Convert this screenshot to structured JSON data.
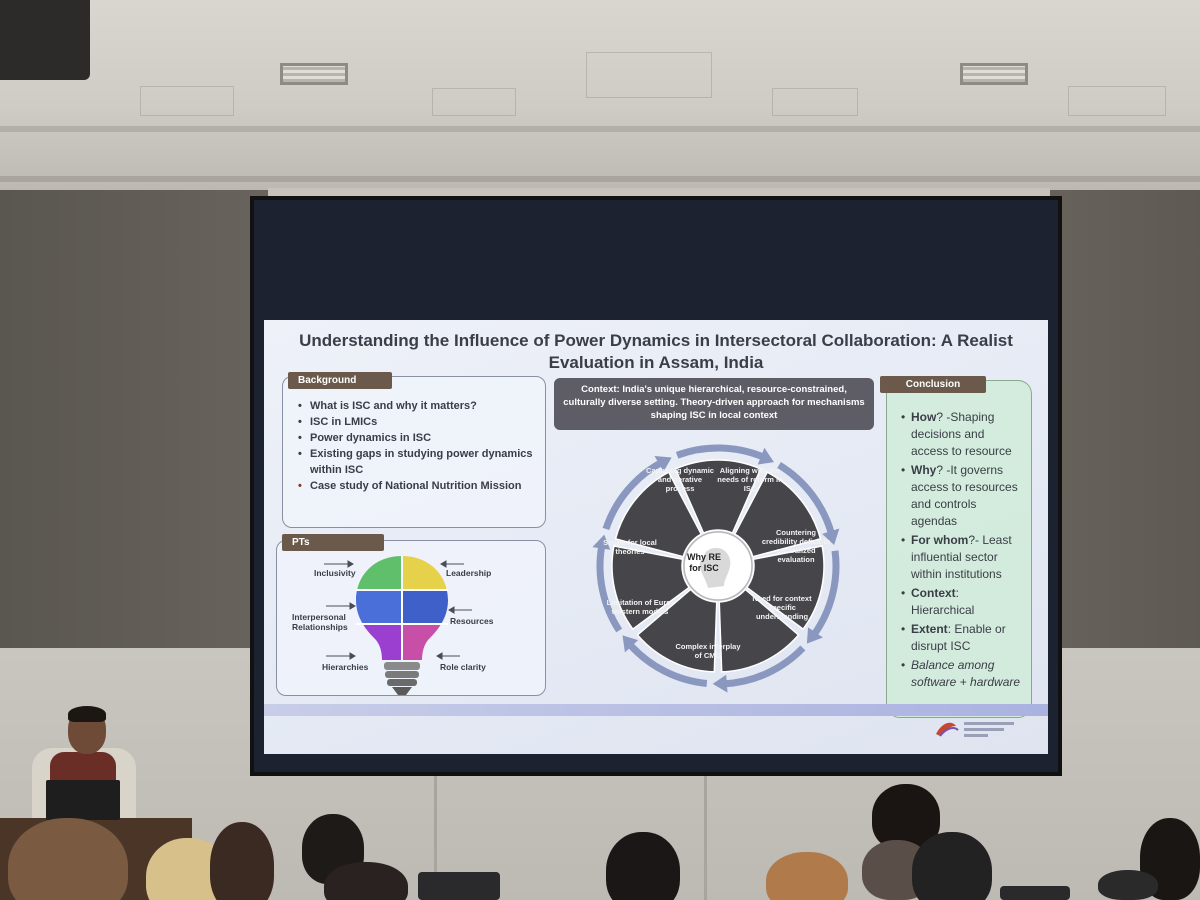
{
  "slide": {
    "title": "Understanding the Influence of Power Dynamics in Intersectoral Collaboration: A Realist Evaluation in Assam, India",
    "background": {
      "label": "Background",
      "items": [
        "What is ISC and why it matters?",
        "ISC in LMICs",
        "Power dynamics in ISC",
        "Existing gaps in studying power dynamics within ISC",
        "Case study of National Nutrition Mission"
      ]
    },
    "pts": {
      "label": "PTs",
      "left_labels": [
        "Inclusivity",
        "Interpersonal Relationships",
        "Hierarchies"
      ],
      "right_labels": [
        "Leadership",
        "Resources",
        "Role clarity"
      ],
      "bulb_colors": [
        "#5fbf6a",
        "#e6d24a",
        "#4a6fd8",
        "#3f5fc9",
        "#9b3fd0",
        "#c84fa8"
      ]
    },
    "context": {
      "text": "Context: India's unique hierarchical, resource-constrained, culturally diverse setting. Theory-driven approach for mechanisms shaping ISC in local context"
    },
    "cycle": {
      "center": "Why RE for ISC",
      "segments": [
        "Capturing dynamic and iterative process",
        "Aligning with the needs of reform in ISC",
        "Countering credibility deficit in centralized evaluation",
        "Need for context specific understanding",
        "Complex interplay of CMO",
        "Limitation of Euro-western models",
        "Scope for local theories"
      ],
      "segment_color": "#46464a",
      "arrow_color": "#8a97bf"
    },
    "conclusion": {
      "label": "Conclusion",
      "items": [
        {
          "key": "How",
          "rest": "? -Shaping decisions and access to resource"
        },
        {
          "key": "Why",
          "rest": "? -It governs access to resources and controls agendas"
        },
        {
          "key": "For whom",
          "rest": "?- Least influential sector within institutions"
        },
        {
          "key": "Context",
          "rest": ": Hierarchical"
        },
        {
          "key": "Extent",
          "rest": ": Enable or disrupt ISC"
        },
        {
          "key": "",
          "rest": "Balance among software + hardware"
        }
      ]
    },
    "colors": {
      "label_bg": "#6b5a4c",
      "conclusion_bg": "#cdeed6",
      "context_bg": "#5e5d66"
    }
  }
}
